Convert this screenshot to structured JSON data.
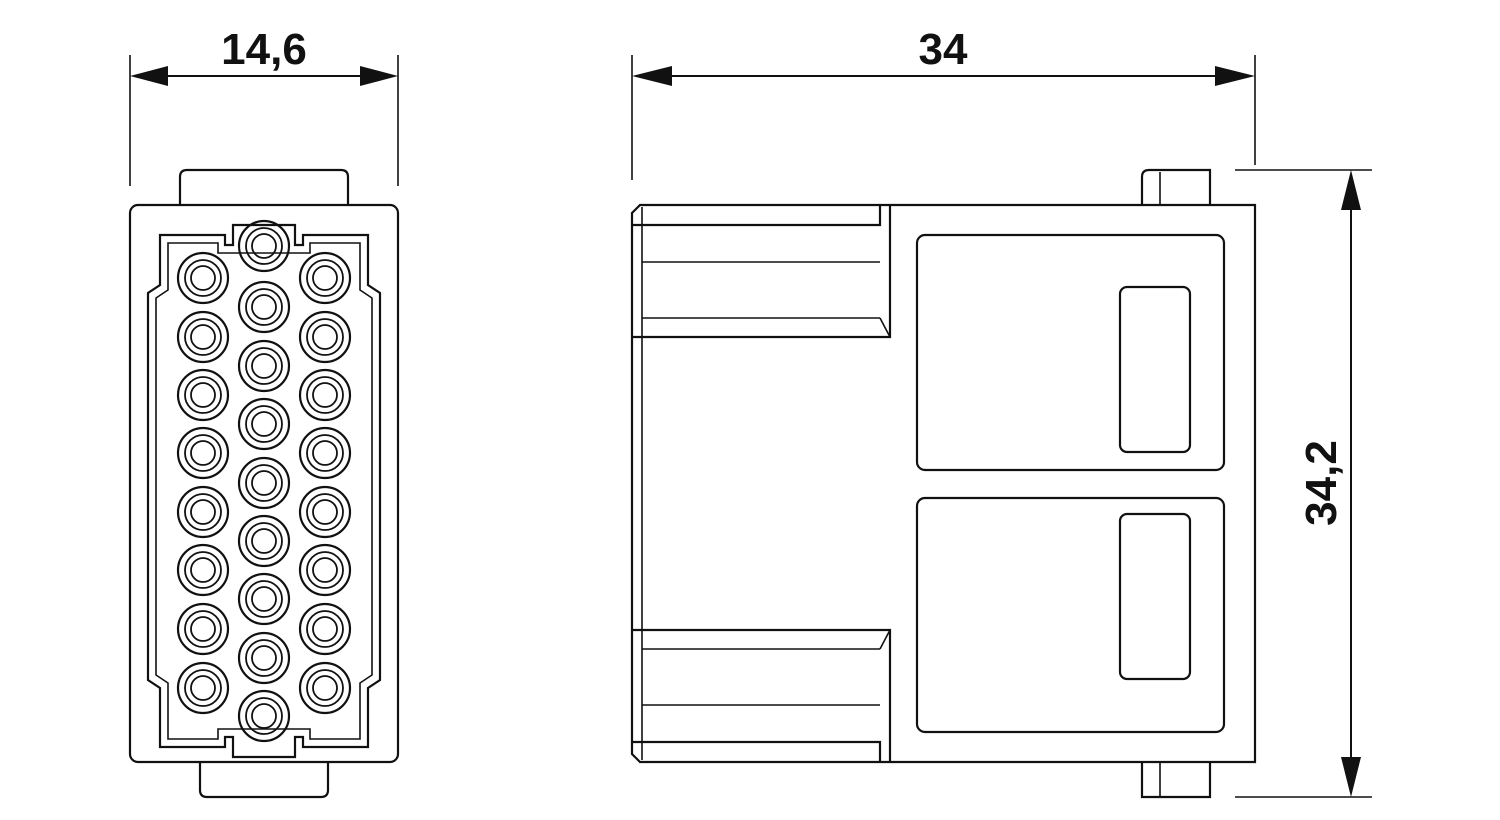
{
  "dimensions": {
    "front_width": "14,6",
    "side_length": "34",
    "side_height": "34,2"
  },
  "contacts": {
    "count": 25
  },
  "colors": {
    "line": "#111111",
    "background": "#ffffff"
  }
}
